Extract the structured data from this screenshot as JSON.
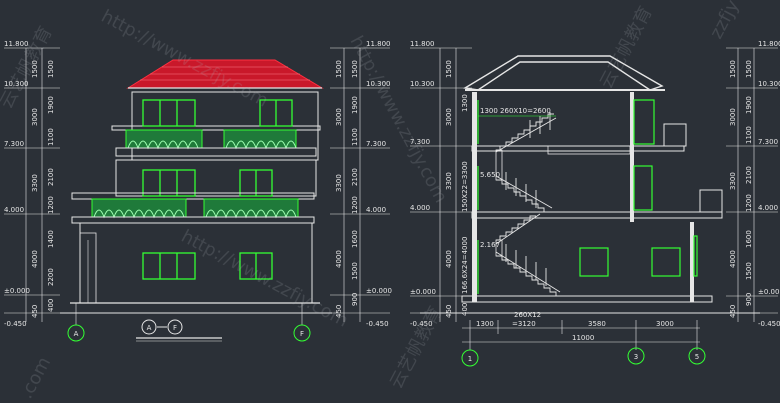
{
  "watermarks": {
    "w1": "http://www.zzfjy.com",
    "w2": "云艺帆教育",
    "w3": "http://www.zzfjy.com",
    "w4": "云艺帆教育",
    "w5": "http://www.zzfjy.com",
    "w6": "云艺帆教育",
    "w7": "zzfjy",
    "w8": ".com"
  },
  "elevation": {
    "levels": {
      "l1": "11.800",
      "l2": "10.300",
      "l3": "7.300",
      "l4": "4.000",
      "l5": "±0.000",
      "l6": "-0.450",
      "r1": "11.800",
      "r2": "10.300",
      "r3": "7.300",
      "r4": "4.000",
      "r5": "±0.000",
      "r6": "-0.450"
    },
    "dims_left_outer": {
      "d1": "1500",
      "d2": "3000",
      "d3": "3300",
      "d4": "4000",
      "d5": "450"
    },
    "dims_left_inner": {
      "d1": "1500",
      "d2": "1900",
      "d3": "1100",
      "d4": "2100",
      "d5": "1200",
      "d6": "1400",
      "d7": "2200",
      "d8": "400"
    },
    "dims_right_outer": {
      "d1": "1500",
      "d2": "3000",
      "d3": "3300",
      "d4": "4000",
      "d5": "450"
    },
    "dims_right_inner": {
      "d1": "1500",
      "d2": "1900",
      "d3": "1100",
      "d4": "2100",
      "d5": "1200",
      "d6": "1600",
      "d7": "1500",
      "d8": "900"
    },
    "axis_left": "A",
    "axis_right": "F",
    "title_a": "A",
    "title_f": "F"
  },
  "section": {
    "levels": {
      "l1": "11.800",
      "l2": "10.300",
      "l3": "7.300",
      "l4": "4.000",
      "l5": "±0.000",
      "l6": "-0.450",
      "r1": "11.800",
      "r2": "10.300",
      "r3": "7.300",
      "r4": "4.000",
      "r5": "±0.000",
      "r6": "-0.450"
    },
    "dims_left_outer": {
      "d1": "1500",
      "d2": "3000",
      "d3": "3300",
      "d4": "4000",
      "d5": "450"
    },
    "dims_left_inner": {
      "d1": "1300",
      "d2": "150X22=3300",
      "d3": "166.6X24=4000",
      "d4": "400"
    },
    "dims_right_outer": {
      "d1": "1500",
      "d2": "3000",
      "d3": "3300",
      "d4": "4000",
      "d5": "450"
    },
    "dims_right_inner": {
      "d1": "1500",
      "d2": "1900",
      "d3": "1100",
      "d4": "2100",
      "d5": "1200",
      "d6": "1600",
      "d7": "1500",
      "d8": "900"
    },
    "stair_top": "1300  260X10=2600",
    "landing_1": "5.650",
    "landing_2": "2.167",
    "bottom_dims": {
      "d1": "1300",
      "d2a": "260X12",
      "d2b": "=3120",
      "d3": "3580",
      "d4": "3000",
      "total": "11000"
    },
    "axes": {
      "a1": "1",
      "a3": "3",
      "a5": "5"
    }
  },
  "colors": {
    "background": "#2b3037",
    "lines": "#e6e6e6",
    "windows": "#33ff33",
    "roof": "#d81b2a",
    "rail": "#22c85a"
  }
}
